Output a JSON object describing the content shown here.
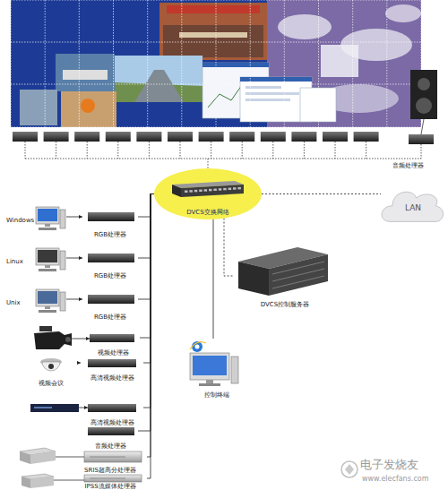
{
  "diagram": {
    "nodes": [
      {
        "text": [
          "DVCS交换网络"
        ]
      },
      {
        "text": [
          "LAN"
        ]
      },
      {
        "text": [
          "Windows"
        ]
      },
      {
        "text": [
          "RGB处理器"
        ]
      },
      {
        "text": [
          "Linux"
        ]
      },
      {
        "text": [
          "RGB处理器"
        ]
      },
      {
        "text": [
          "DVCS控制服务器"
        ]
      },
      {
        "text": [
          "Unix"
        ]
      },
      {
        "text": [
          "RGB处理器"
        ]
      },
      {
        "text": [
          "视频处理器"
        ]
      },
      {
        "text": [
          "视频会议"
        ]
      },
      {
        "text": [
          "高清视频处理器"
        ]
      },
      {
        "text": [
          "控制终端"
        ]
      },
      {
        "text": [
          "高清视频处理器"
        ]
      },
      {
        "text": [
          "音频处理器"
        ]
      },
      {
        "text": [
          "SRIS超高分处理器"
        ]
      },
      {
        "text": [
          "IPSS流媒体处理器"
        ]
      }
    ],
    "edges": [
      {
        "from": 2,
        "to": 3,
        "arrow": "to"
      },
      {
        "from": 4,
        "to": 5,
        "arrow": "to"
      },
      {
        "from": 7,
        "to": 8,
        "arrow": "to"
      },
      {
        "from": 10,
        "to": 11,
        "arrow": "to"
      },
      {
        "from": 3,
        "to": 0,
        "arrow": "none"
      },
      {
        "from": 5,
        "to": 0,
        "arrow": "none"
      },
      {
        "from": 8,
        "to": 0,
        "arrow": "none"
      },
      {
        "from": 9,
        "to": 0,
        "arrow": "none"
      },
      {
        "from": 11,
        "to": 0,
        "arrow": "none"
      },
      {
        "from": 13,
        "to": 0,
        "arrow": "none"
      },
      {
        "from": 14,
        "to": 0,
        "arrow": "none"
      },
      {
        "from": 15,
        "to": 0,
        "arrow": "none"
      },
      {
        "from": 16,
        "to": 0,
        "arrow": "none"
      },
      {
        "from": 0,
        "to": 1,
        "arrow": "none"
      },
      {
        "from": 0,
        "to": 6,
        "arrow": "none"
      },
      {
        "from": 0,
        "to": 12,
        "arrow": "none"
      }
    ],
    "labels": [
      "音频处理器",
      "电子发烧友",
      "www.elecfans.com"
    ]
  }
}
